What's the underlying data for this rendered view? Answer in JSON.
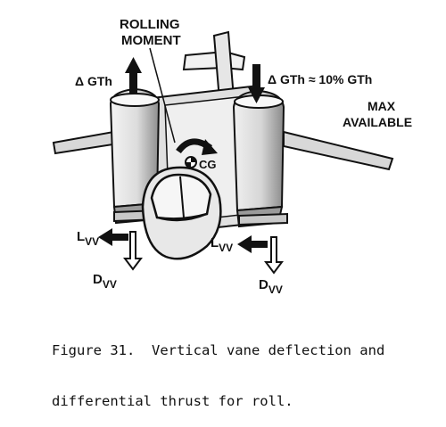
{
  "labels": {
    "rolling_moment_line1": "ROLLING",
    "rolling_moment_line2": "MOMENT",
    "delta_gth_left": "Δ GTh",
    "delta_gth_right": "Δ GTh ≈ 10% GTh",
    "max_available_line1": "MAX",
    "max_available_line2": "AVAILABLE",
    "cg": "CG",
    "lvv_left": {
      "main": "L",
      "sub": "VV"
    },
    "lvv_right": {
      "main": "L",
      "sub": "VV"
    },
    "dvv_left": {
      "main": "D",
      "sub": "VV"
    },
    "dvv_right": {
      "main": "D",
      "sub": "VV"
    }
  },
  "caption": {
    "line1": "Figure 31.  Vertical vane deflection and",
    "line2": "differential thrust for roll."
  }
}
